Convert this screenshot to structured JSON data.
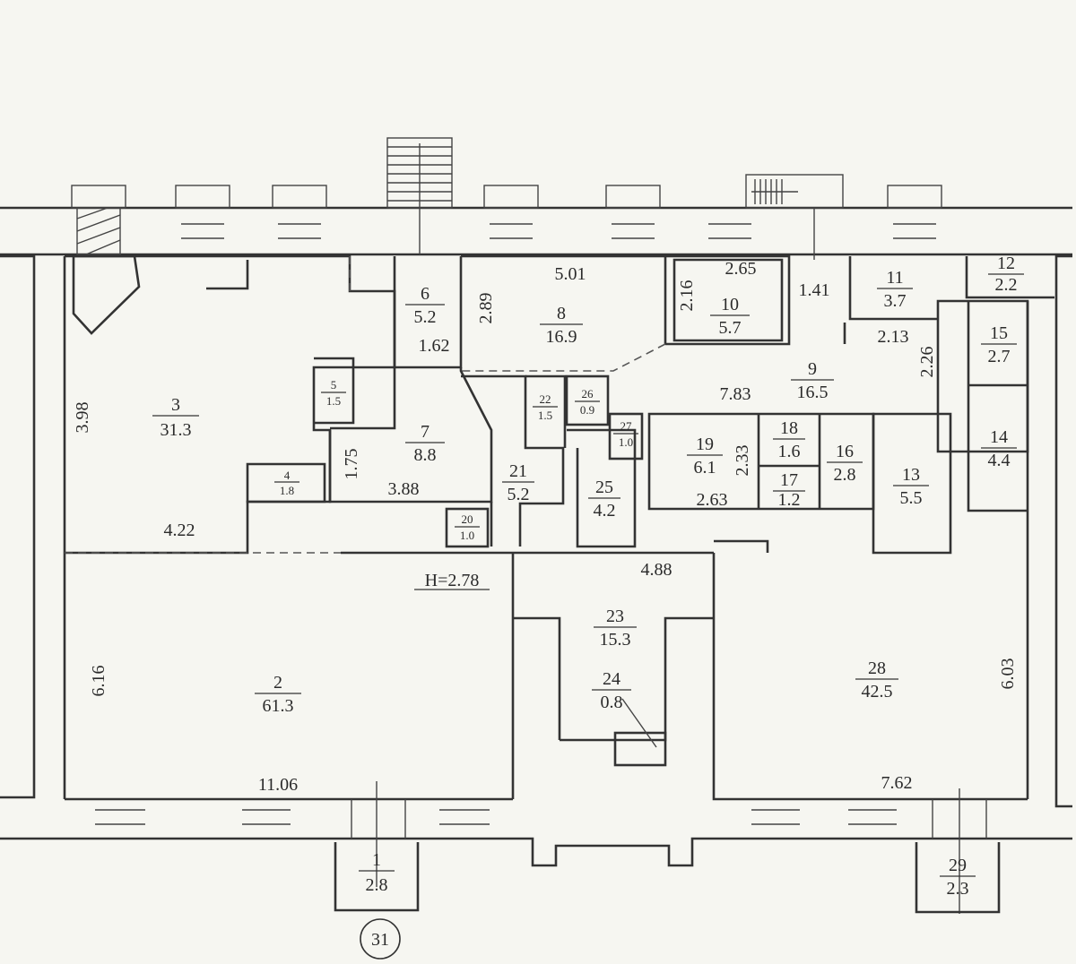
{
  "rooms": [
    {
      "id": "r1",
      "num": "1",
      "area": "2.8"
    },
    {
      "id": "r2",
      "num": "2",
      "area": "61.3"
    },
    {
      "id": "r3",
      "num": "3",
      "area": "31.3"
    },
    {
      "id": "r4",
      "num": "4",
      "area": "1.8"
    },
    {
      "id": "r5",
      "num": "5",
      "area": "1.5"
    },
    {
      "id": "r6",
      "num": "6",
      "area": "5.2"
    },
    {
      "id": "r7",
      "num": "7",
      "area": "8.8"
    },
    {
      "id": "r8",
      "num": "8",
      "area": "16.9"
    },
    {
      "id": "r9",
      "num": "9",
      "area": "16.5"
    },
    {
      "id": "r10",
      "num": "10",
      "area": "5.7"
    },
    {
      "id": "r11",
      "num": "11",
      "area": "3.7"
    },
    {
      "id": "r12",
      "num": "12",
      "area": "2.2"
    },
    {
      "id": "r13",
      "num": "13",
      "area": "5.5"
    },
    {
      "id": "r14",
      "num": "14",
      "area": "4.4"
    },
    {
      "id": "r15",
      "num": "15",
      "area": "2.7"
    },
    {
      "id": "r16",
      "num": "16",
      "area": "2.8"
    },
    {
      "id": "r17",
      "num": "17",
      "area": "1.2"
    },
    {
      "id": "r18",
      "num": "18",
      "area": "1.6"
    },
    {
      "id": "r19",
      "num": "19",
      "area": "6.1"
    },
    {
      "id": "r20",
      "num": "20",
      "area": "1.0"
    },
    {
      "id": "r21",
      "num": "21",
      "area": "5.2"
    },
    {
      "id": "r22",
      "num": "22",
      "area": "1.5"
    },
    {
      "id": "r23",
      "num": "23",
      "area": "15.3"
    },
    {
      "id": "r24",
      "num": "24",
      "area": "0.8"
    },
    {
      "id": "r25",
      "num": "25",
      "area": "4.2"
    },
    {
      "id": "r26",
      "num": "26",
      "area": "0.9"
    },
    {
      "id": "r27",
      "num": "27",
      "area": "1.0"
    },
    {
      "id": "r28",
      "num": "28",
      "area": "42.5"
    },
    {
      "id": "r29",
      "num": "29",
      "area": "2.3"
    }
  ],
  "dimensions": {
    "d501": "5.01",
    "d265": "2.65",
    "d216": "2.16",
    "d141": "1.41",
    "d289": "2.89",
    "d162": "1.62",
    "d398": "3.98",
    "d175": "1.75",
    "d388": "3.88",
    "d422": "4.22",
    "d213": "2.13",
    "d226": "2.26",
    "d783": "7.83",
    "d233": "2.33",
    "d263": "2.63",
    "d488": "4.88",
    "d616": "6.16",
    "d603": "6.03",
    "d1106": "11.06",
    "d762": "7.62"
  },
  "ceiling_height": "H=2.78",
  "sheet_marker": "31"
}
